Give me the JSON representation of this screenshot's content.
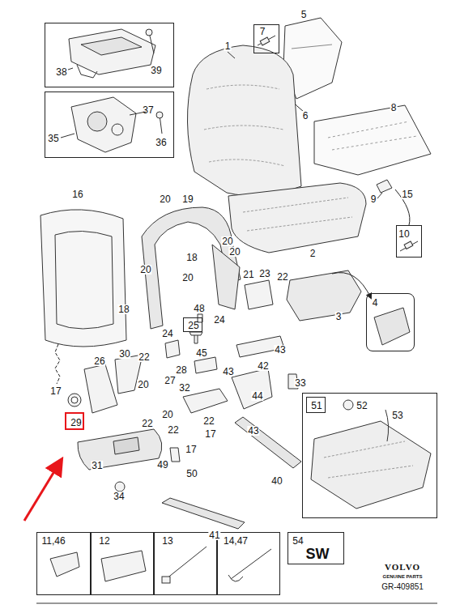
{
  "diagram": {
    "nodes": [
      {
        "text": [
          "38",
          "39"
        ]
      },
      {
        "text": [
          "37",
          "35",
          "36"
        ]
      },
      {
        "text": [
          "7"
        ]
      },
      {
        "text": [
          "10"
        ]
      },
      {
        "text": [
          "4"
        ]
      },
      {
        "text": [
          "25"
        ]
      },
      {
        "text": [
          "29"
        ]
      },
      {
        "text": [
          "52",
          "53"
        ]
      },
      {
        "text": [
          "51"
        ],
        "in": 7
      },
      {
        "text": [
          "11,46"
        ]
      },
      {
        "text": [
          "12"
        ]
      },
      {
        "text": [
          "13"
        ]
      },
      {
        "text": [
          "14,47"
        ]
      },
      {
        "text": [
          "54",
          "SW"
        ]
      }
    ],
    "labels": [
      "1",
      "5",
      "8",
      "6",
      "2",
      "3",
      "9",
      "15",
      "16",
      "20",
      "19",
      "20",
      "20",
      "18",
      "20",
      "20",
      "21",
      "23",
      "22",
      "18",
      "48",
      "24",
      "24",
      "22",
      "26",
      "30",
      "28",
      "45",
      "43",
      "42",
      "43",
      "27",
      "20",
      "33",
      "32",
      "44",
      "17",
      "20",
      "22",
      "22",
      "22",
      "17",
      "43",
      "17",
      "31",
      "49",
      "50",
      "34",
      "40",
      "41",
      "VOLVO",
      "GENUINE PARTS",
      "GR-409851"
    ]
  }
}
